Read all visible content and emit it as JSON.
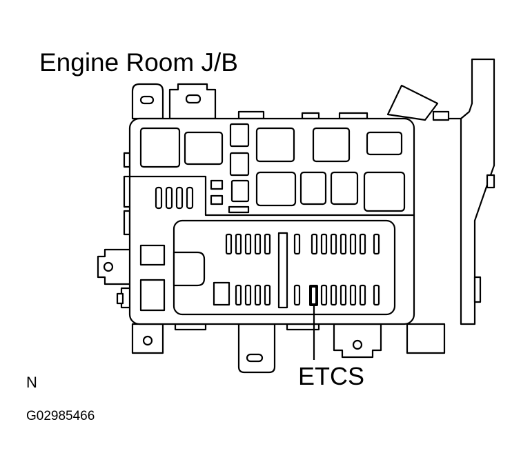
{
  "diagram": {
    "title": "Engine Room J/B",
    "callout_label": "ETCS",
    "orientation_mark": "N",
    "figure_id": "G02985466"
  }
}
